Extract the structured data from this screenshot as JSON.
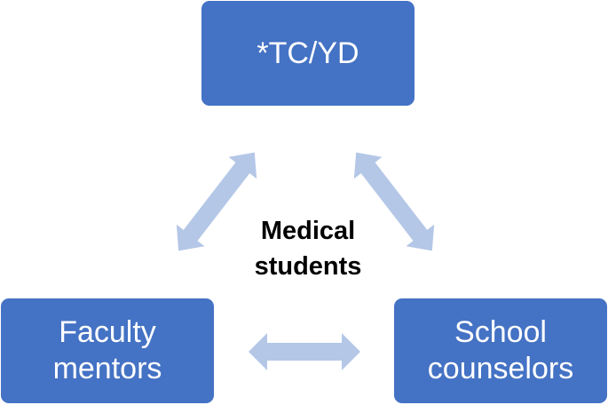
{
  "diagram": {
    "nodes": {
      "top": {
        "label": "*TC/YD"
      },
      "left": {
        "lines": [
          "Faculty",
          "mentors"
        ]
      },
      "right": {
        "lines": [
          "School",
          "counselors"
        ]
      }
    },
    "center": {
      "lines": [
        "Medical",
        "students"
      ]
    },
    "edges": [
      {
        "from": "left",
        "to": "top",
        "type": "bidirectional"
      },
      {
        "from": "top",
        "to": "right",
        "type": "bidirectional"
      },
      {
        "from": "left",
        "to": "right",
        "type": "bidirectional"
      }
    ]
  },
  "colors": {
    "box_fill": "#4472c4",
    "box_text": "#ffffff",
    "arrow_fill": "#b4c7e7",
    "center_text": "#000000"
  }
}
